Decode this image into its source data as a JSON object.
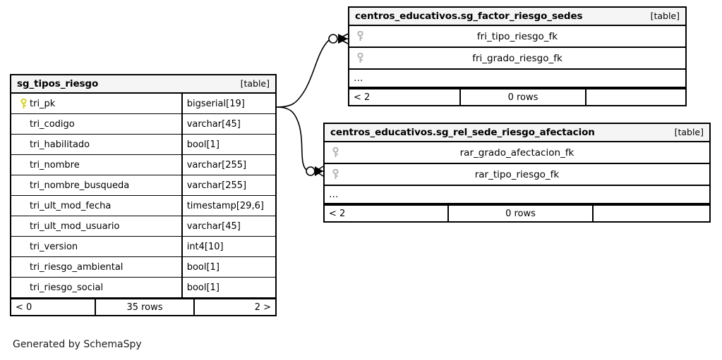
{
  "diagram": {
    "generator_caption": "Generated by SchemaSpy",
    "table_badge": "[table]",
    "ellipsis": "…",
    "colors": {
      "primary_key_icon": "#d9d01a",
      "foreign_key_icon": "#b3b3b3",
      "table_border": "#000000",
      "header_background": "#f5f5f5",
      "page_background": "#ffffff"
    }
  },
  "tables": [
    {
      "id": "sg_tipos_riesgo",
      "title": "sg_tipos_riesgo",
      "badge": "[table]",
      "columns": [
        {
          "name": "tri_pk",
          "type": "bigserial[19]",
          "key": "primary"
        },
        {
          "name": "tri_codigo",
          "type": "varchar[45]",
          "key": "none"
        },
        {
          "name": "tri_habilitado",
          "type": "bool[1]",
          "key": "none"
        },
        {
          "name": "tri_nombre",
          "type": "varchar[255]",
          "key": "none"
        },
        {
          "name": "tri_nombre_busqueda",
          "type": "varchar[255]",
          "key": "none"
        },
        {
          "name": "tri_ult_mod_fecha",
          "type": "timestamp[29,6]",
          "key": "none"
        },
        {
          "name": "tri_ult_mod_usuario",
          "type": "varchar[45]",
          "key": "none"
        },
        {
          "name": "tri_version",
          "type": "int4[10]",
          "key": "none"
        },
        {
          "name": "tri_riesgo_ambiental",
          "type": "bool[1]",
          "key": "none"
        },
        {
          "name": "tri_riesgo_social",
          "type": "bool[1]",
          "key": "none"
        }
      ],
      "footer": {
        "left": "< 0",
        "middle": "35 rows",
        "right": "2 >"
      }
    },
    {
      "id": "sg_factor_riesgo_sedes",
      "title": "centros_educativos.sg_factor_riesgo_sedes",
      "badge": "[table]",
      "columns": [
        {
          "name": "fri_tipo_riesgo_fk",
          "key": "foreign"
        },
        {
          "name": "fri_grado_riesgo_fk",
          "key": "foreign"
        }
      ],
      "has_more_columns": true,
      "footer": {
        "left": "< 2",
        "middle": "0 rows",
        "right": ""
      }
    },
    {
      "id": "sg_rel_sede_riesgo_afectacion",
      "title": "centros_educativos.sg_rel_sede_riesgo_afectacion",
      "badge": "[table]",
      "columns": [
        {
          "name": "rar_grado_afectacion_fk",
          "key": "foreign"
        },
        {
          "name": "rar_tipo_riesgo_fk",
          "key": "foreign"
        }
      ],
      "has_more_columns": true,
      "footer": {
        "left": "< 2",
        "middle": "0 rows",
        "right": ""
      }
    }
  ],
  "relationships": [
    {
      "id": "rel-tipos-to-factor-riesgo-sedes",
      "from_table": "sg_tipos_riesgo",
      "from_column": "tri_pk",
      "to_table": "sg_factor_riesgo_sedes",
      "to_column": "fri_tipo_riesgo_fk",
      "from_cardinality": "one",
      "to_cardinality": "zero-or-many"
    },
    {
      "id": "rel-tipos-to-rel-sede-riesgo",
      "from_table": "sg_tipos_riesgo",
      "from_column": "tri_pk",
      "to_table": "sg_rel_sede_riesgo_afectacion",
      "to_column": "rar_tipo_riesgo_fk",
      "from_cardinality": "one",
      "to_cardinality": "zero-or-many"
    }
  ]
}
